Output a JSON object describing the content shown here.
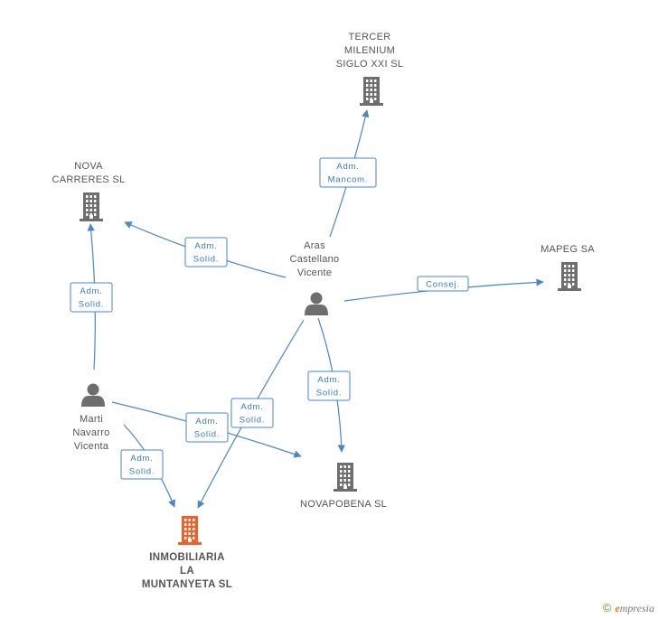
{
  "nodes": [
    {
      "id": "tercer",
      "type": "company",
      "lines": [
        "TERCER",
        "MILENIUM",
        "SIGLO XXI SL"
      ],
      "color": "#6e6e6e"
    },
    {
      "id": "nova",
      "type": "company",
      "lines": [
        "NOVA",
        "CARRERES SL"
      ],
      "color": "#6e6e6e"
    },
    {
      "id": "mapeg",
      "type": "company",
      "lines": [
        "MAPEG SA"
      ],
      "color": "#6e6e6e"
    },
    {
      "id": "novapobena",
      "type": "company",
      "lines": [
        "NOVAPOBENA SL"
      ],
      "color": "#6e6e6e"
    },
    {
      "id": "inmobiliaria",
      "type": "company",
      "lines": [
        "INMOBILIARIA",
        "LA",
        "MUNTANYETA SL"
      ],
      "color": "#f0602a",
      "main": true
    },
    {
      "id": "aras",
      "type": "person",
      "lines": [
        "Aras",
        "Castellano",
        "Vicente"
      ],
      "color": "#6e6e6e"
    },
    {
      "id": "marti",
      "type": "person",
      "lines": [
        "Marti",
        "Navarro",
        "Vicenta"
      ],
      "color": "#6e6e6e"
    }
  ],
  "edges": [
    {
      "from": "aras",
      "to": "tercer",
      "lines": [
        "Adm.",
        "Mancom."
      ]
    },
    {
      "from": "aras",
      "to": "nova",
      "lines": [
        "Adm.",
        "Solid."
      ]
    },
    {
      "from": "aras",
      "to": "mapeg",
      "lines": [
        "Consej."
      ]
    },
    {
      "from": "aras",
      "to": "novapobena",
      "lines": [
        "Adm.",
        "Solid."
      ]
    },
    {
      "from": "aras",
      "to": "inmobiliaria",
      "lines": [
        "Adm.",
        "Solid."
      ]
    },
    {
      "from": "marti",
      "to": "nova",
      "lines": [
        "Adm.",
        "Solid."
      ]
    },
    {
      "from": "marti",
      "to": "novapobena",
      "lines": [
        "Adm.",
        "Solid."
      ]
    },
    {
      "from": "marti",
      "to": "inmobiliaria",
      "lines": [
        "Adm.",
        "Solid."
      ]
    }
  ],
  "colors": {
    "edge": "#4a86c8",
    "icon": "#6e6e6e",
    "highlight": "#f0602a"
  },
  "footer": {
    "copyright": "©",
    "brand_initial": "e",
    "brand_rest": "mpresia"
  }
}
